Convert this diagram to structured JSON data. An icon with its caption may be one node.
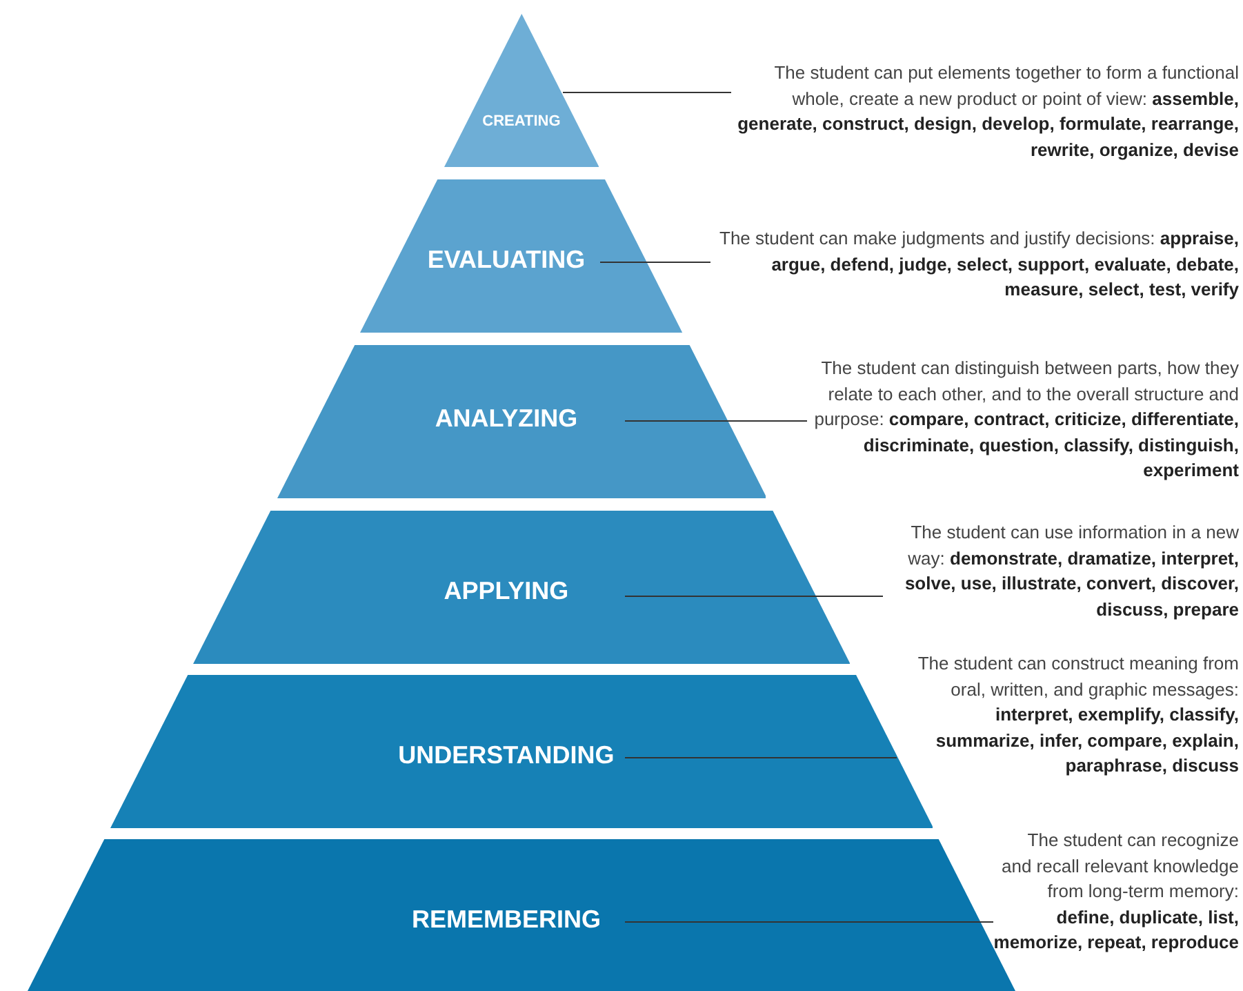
{
  "diagram": {
    "nodes": [
      {
        "text": [
          "CREATING"
        ]
      },
      {
        "text": [
          "EVALUATING"
        ]
      },
      {
        "text": [
          "ANALYZING"
        ]
      },
      {
        "text": [
          "APPLYING"
        ]
      },
      {
        "text": [
          "UNDERSTANDING"
        ]
      },
      {
        "text": [
          "REMEMBERING"
        ]
      },
      {
        "text": [
          "The student can put elements together to form a functional whole, create a new product or point of view: **assemble, generate, construct, design, develop, formulate, rearrange, rewrite, organize, devise**"
        ]
      },
      {
        "text": [
          "The student can make judgments and justify decisions: **appraise, argue, defend, judge, select, support, evaluate, debate, measure, select, test, verify**"
        ]
      },
      {
        "text": [
          "The student can distinguish between parts, how they relate to each other, and to the overall structure and purpose: **compare, contract, criticize, differentiate, discriminate, question, classify, distinguish, experiment**"
        ]
      },
      {
        "text": [
          "The student can use information in a new way: **demonstrate, dramatize, interpret, solve, use, illustrate, convert, discover, discuss, prepare**"
        ]
      },
      {
        "text": [
          "The student can construct meaning from oral, written, and graphic messages: **interpret, exemplify, classify, summarize, infer, compare, explain, paraphrase, discuss**"
        ]
      },
      {
        "text": [
          "The student can recognize and recall relevant knowledge from long-term memory: **define, duplicate, list, memorize, repeat, reproduce**"
        ]
      }
    ],
    "edges": [
      {
        "from": 0,
        "to": 6,
        "arrow": "none"
      },
      {
        "from": 1,
        "to": 7,
        "arrow": "none"
      },
      {
        "from": 2,
        "to": 8,
        "arrow": "none"
      },
      {
        "from": 3,
        "to": 9,
        "arrow": "none"
      },
      {
        "from": 4,
        "to": 10,
        "arrow": "none"
      },
      {
        "from": 5,
        "to": 11,
        "arrow": "none"
      }
    ]
  }
}
